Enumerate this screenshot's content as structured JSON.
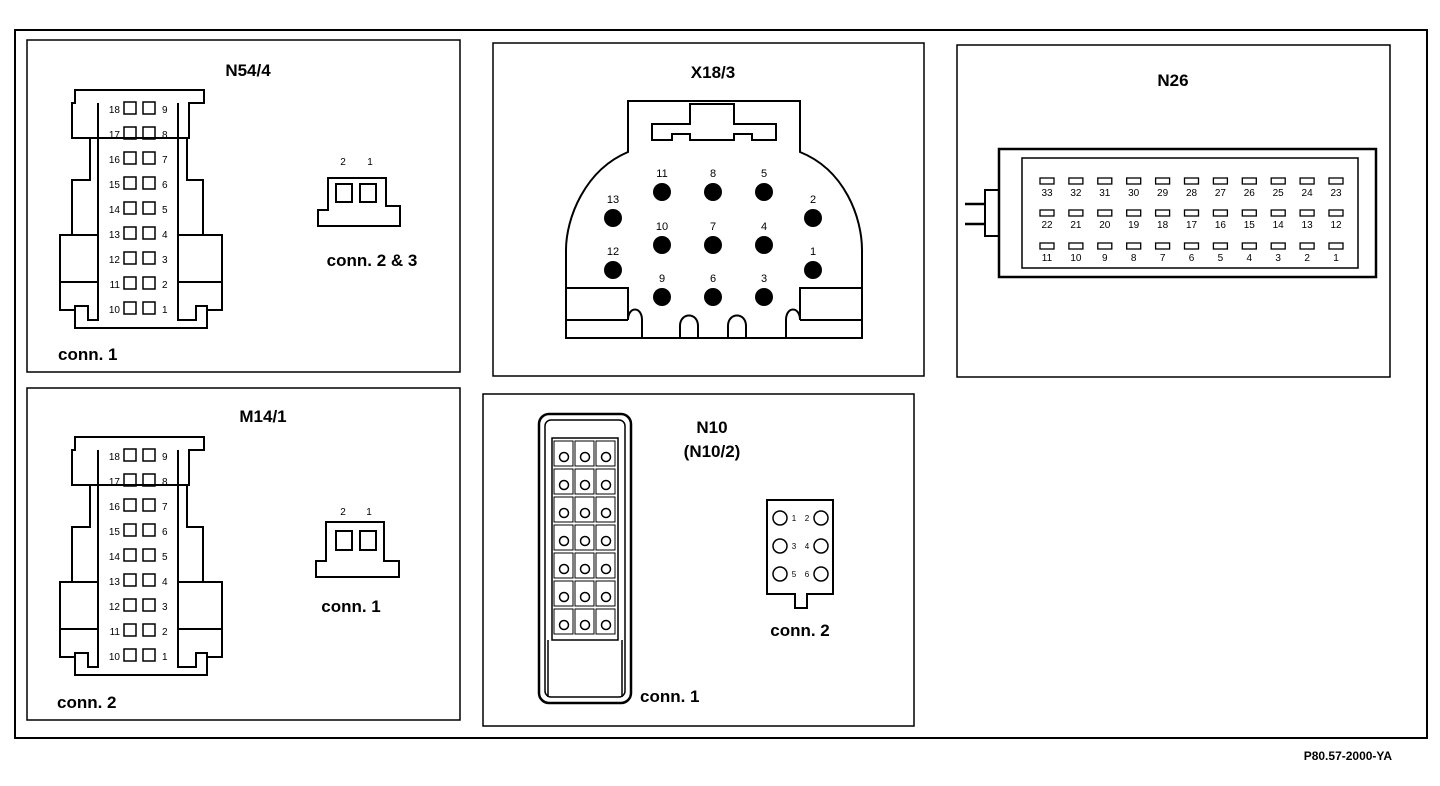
{
  "panels": {
    "n54": {
      "title": "N54/4",
      "conn_main": "conn. 1",
      "conn_side": "conn. 2 & 3",
      "side_pins": [
        "2",
        "1"
      ]
    },
    "m14": {
      "title": "M14/1",
      "conn_main": "conn. 2",
      "conn_side": "conn. 1",
      "side_pins": [
        "2",
        "1"
      ]
    },
    "x18": {
      "title": "X18/3"
    },
    "n10": {
      "title": "N10",
      "subtitle": "(N10/2)",
      "conn_main": "conn. 1",
      "conn_side": "conn. 2",
      "side_pins": [
        "1",
        "2",
        "3",
        "4",
        "5",
        "6"
      ]
    },
    "n26": {
      "title": "N26"
    }
  },
  "connector_18pin": {
    "left_pins": [
      "18",
      "17",
      "16",
      "15",
      "14",
      "13",
      "12",
      "11",
      "10"
    ],
    "right_pins": [
      "9",
      "8",
      "7",
      "6",
      "5",
      "4",
      "3",
      "2",
      "1"
    ]
  },
  "x18_pins": [
    "1",
    "2",
    "3",
    "4",
    "5",
    "6",
    "7",
    "8",
    "9",
    "10",
    "11",
    "12",
    "13"
  ],
  "n26_rows": [
    [
      "33",
      "32",
      "31",
      "30",
      "29",
      "28",
      "27",
      "26",
      "25",
      "24",
      "23"
    ],
    [
      "22",
      "21",
      "20",
      "19",
      "18",
      "17",
      "16",
      "15",
      "14",
      "13",
      "12"
    ],
    [
      "11",
      "10",
      "9",
      "8",
      "7",
      "6",
      "5",
      "4",
      "3",
      "2",
      "1"
    ]
  ],
  "reference": "P80.57-2000-YA"
}
